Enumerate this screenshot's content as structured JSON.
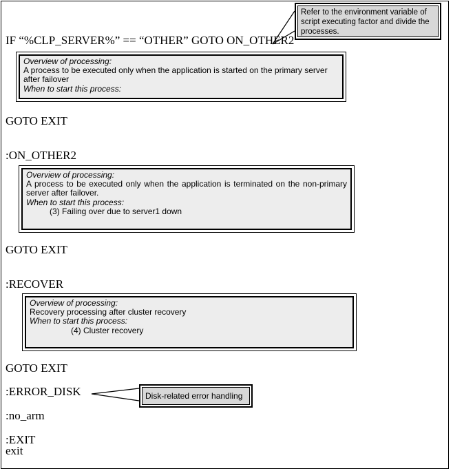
{
  "callouts": {
    "env": {
      "text": "Refer to the environment variable of script executing factor and divide the processes."
    },
    "disk": {
      "text": "Disk-related error handling"
    }
  },
  "script_lines": {
    "if_other": "IF “%CLP_SERVER%” == “OTHER” GOTO ON_OTHER2",
    "goto_exit": "GOTO EXIT",
    "on_other2": ":ON_OTHER2",
    "recover": ":RECOVER",
    "error_disk": ":ERROR_DISK",
    "no_arm": ":no_arm",
    "exit_label": ":EXIT",
    "exit_cmd": "exit"
  },
  "boxes": {
    "primary": {
      "overview_label": "Overview of processing:",
      "overview_line1": "A process to be executed only when the application is started on the primary server",
      "overview_line2": "after failover",
      "when_label": "When to start this process:"
    },
    "non_primary": {
      "overview_label": "Overview of processing:",
      "overview_line1": "A process to be executed only when the application is terminated on the non-primary",
      "overview_line2": "server after failover.",
      "when_label": "When to start this process:",
      "when_item": "(3) Failing over due to server1 down"
    },
    "recover": {
      "overview_label": "Overview of processing:",
      "overview_line1": "Recovery processing after cluster recovery",
      "when_label": "When to start this process:",
      "when_item": "(4) Cluster recovery"
    }
  },
  "colors": {
    "background": "#ffffff",
    "border": "#000000",
    "overview_box_fill": "#ededed",
    "callout_fill": "#d8d8d8",
    "text": "#000000"
  }
}
